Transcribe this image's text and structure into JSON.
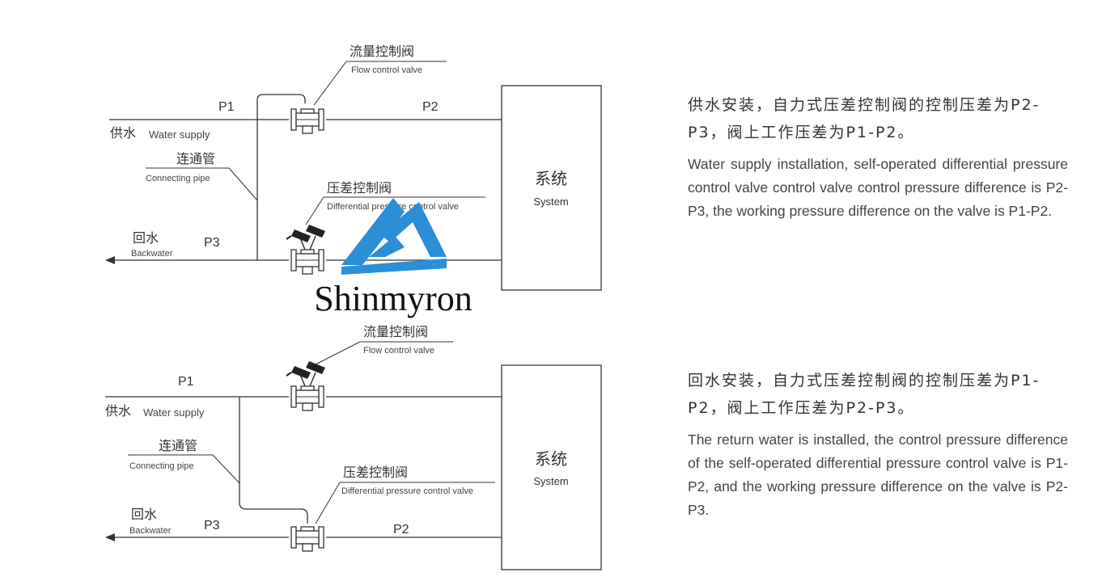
{
  "top": {
    "flow_valve_cn": "流量控制阀",
    "flow_valve_en": "Flow control valve",
    "p1": "P1",
    "p2": "P2",
    "p3": "P3",
    "supply_cn": "供水",
    "supply_en": "Water supply",
    "conn_cn": "连通管",
    "conn_en": "Connecting pipe",
    "diff_valve_cn": "压差控制阀",
    "diff_valve_en": "Differential pressure control valve",
    "back_cn": "回水",
    "back_en": "Backwater",
    "system_cn": "系统",
    "system_en": "System"
  },
  "bottom": {
    "flow_valve_cn": "流量控制阀",
    "flow_valve_en": "Flow control valve",
    "p1": "P1",
    "p2": "P2",
    "p3": "P3",
    "supply_cn": "供水",
    "supply_en": "Water supply",
    "conn_cn": "连通管",
    "conn_en": "Connecting pipe",
    "diff_valve_cn": "压差控制阀",
    "diff_valve_en": "Differential pressure control valve",
    "back_cn": "回水",
    "back_en": "Backwater",
    "system_cn": "系统",
    "system_en": "System"
  },
  "logo": {
    "text": "Shinmyron",
    "color": "#2b8fd6"
  },
  "desc_top": {
    "cn": "供水安装，自力式压差控制阀的控制压差为P2-P3，阀上工作压差为P1-P2。",
    "en": "Water supply installation, self-operated differential pressure control valve control valve control pressure difference is P2-P3, the working pressure difference on the valve is P1-P2."
  },
  "desc_bottom": {
    "cn": "回水安装，自力式压差控制阀的控制压差为P1-P2，阀上工作压差为P2-P3。",
    "en": "The return water is installed, the control pressure difference of the self-operated differential pressure control valve is P1-P2, and the working pressure difference on the valve is P2-P3."
  }
}
